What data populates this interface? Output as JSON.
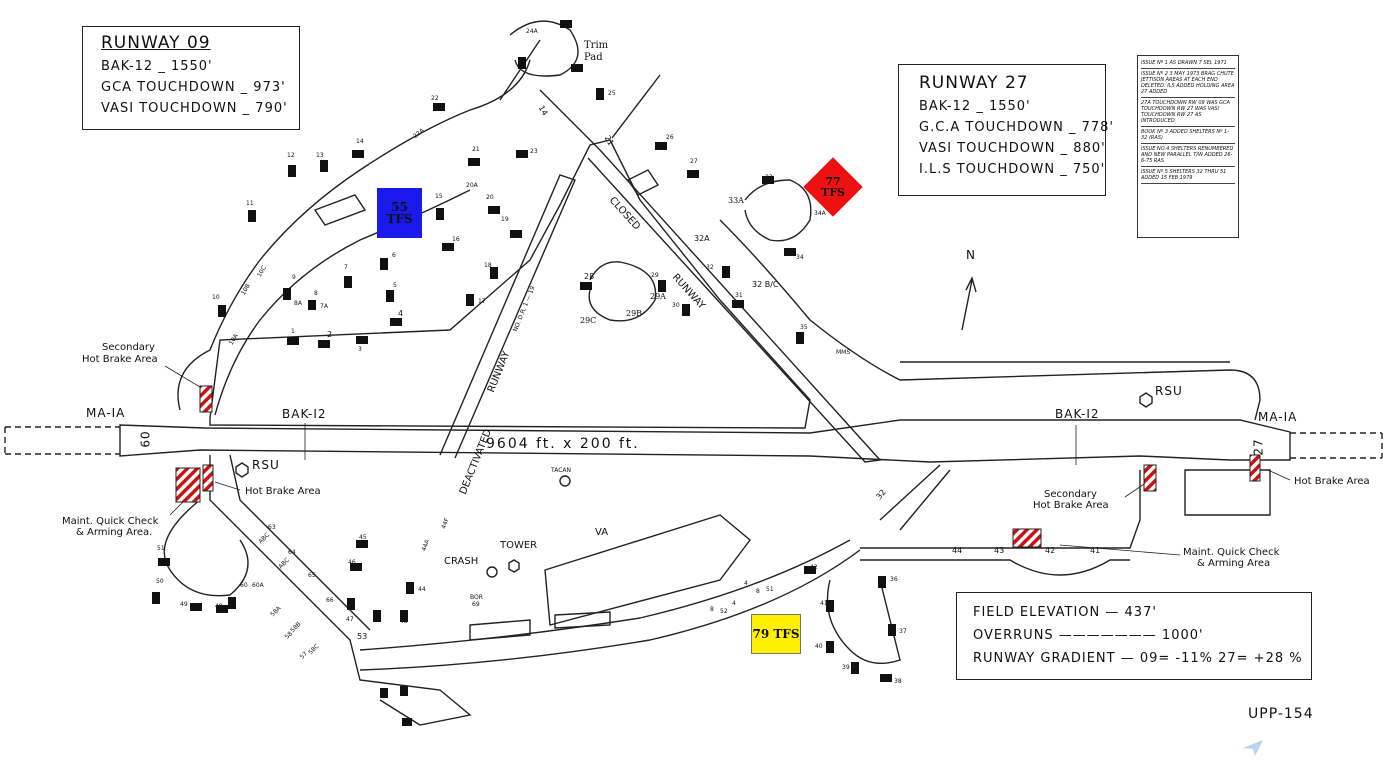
{
  "runway09": {
    "title": "RUNWAY  09",
    "lines": [
      "BAK-12 _ 1550'",
      "GCA  TOUCHDOWN _ 973'",
      "VASI  TOUCHDOWN _ 790'"
    ]
  },
  "runway27": {
    "title": "RUNWAY  27",
    "lines": [
      "BAK-12 _ 1550'",
      "G.C.A  TOUCHDOWN _ 778'",
      "VASI  TOUCHDOWN _ 880'",
      "I.L.S  TOUCHDOWN _ 750'"
    ]
  },
  "field": {
    "lines": [
      "FIELD ELEVATION  —  437'",
      "OVERRUNS  ———————  1000'",
      "RUNWAY GRADIENT  —  09= -11%   27= +28 %"
    ]
  },
  "issues": [
    "ISSUE Nº 1  AS DRAWN 7 SEL 1971",
    "ISSUE Nº 2  3 MAY 1973 BRAG CHUTE JETTISON AREAS AT EACH END DELETED. ILS ADDED HOLDING AREA 27 ADDED",
    "27A TOUCHDOWN RW 09 WAS GCA TOUCHDOWN RW 27 WAS VASI TOUCHDOWN RW 27 AS INTRODUCED",
    "BOOK Nº 3 ADDED SHELTERS Nº 1-32 (RAS)",
    "ISSUE NO.4 SHELTERS RENUMBERED AND NEW PARALLEL T/W ADDED 26-6-75 RAS",
    "ISSUE Nº 5 SHELTERS 32 THRU 51 ADDED 15 FEB 1979"
  ],
  "squadrons": {
    "s55": "55 TFS",
    "s77": "77 TFS",
    "s79": "79 TFS"
  },
  "colors": {
    "s55": "#1a1aee",
    "s77": "#ee1111",
    "s79": "#ffef00",
    "hatch": "#cc1111"
  },
  "labels": {
    "ma_left": "MA-IA",
    "ma_right": "MA-IA",
    "bak_left": "BAK-I2",
    "bak_right": "BAK-I2",
    "dims": "9604 ft.  x  200 ft.",
    "rw60": "60",
    "rw27": "27",
    "rsu_left": "RSU",
    "rsu_right": "RSU",
    "tacan": "TACAN",
    "tower": "TOWER",
    "crash": "CRASH",
    "va": "VA",
    "bor": "BOR",
    "bor69": "69",
    "mms": "MMS",
    "trim": "Trim",
    "pad": "Pad",
    "closed": "CLOSED",
    "runway_closed": "RUNWAY",
    "deactivated": "DEACTIVATED",
    "runway_deact": "RUNWAY",
    "ndr": "NO. D.R. 1 — 19",
    "sec_left_1": "Secondary",
    "sec_left_2": "Hot Brake Area",
    "hot_left": "Hot Brake Area",
    "maint_left_1": "Maint. Quick Check",
    "maint_left_2": "& Arming Area.",
    "sec_right_1": "Secondary",
    "sec_right_2": "Hot Brake Area",
    "hot_right": "Hot Brake Area",
    "maint_right_1": "Maint. Quick Check",
    "maint_right_2": "& Arming Area",
    "north": "N",
    "tw14": "14",
    "tw21": "21",
    "tw32": "32",
    "tw44a": "44A",
    "tw44f": "44F",
    "upp": "UPP-154"
  },
  "shelters": [
    {
      "id": "1",
      "t": "1"
    },
    {
      "id": "2",
      "t": "2"
    },
    {
      "id": "3",
      "t": "3"
    },
    {
      "id": "4",
      "t": "4"
    },
    {
      "id": "5",
      "t": "5"
    },
    {
      "id": "6",
      "t": "6"
    },
    {
      "id": "7",
      "t": "7"
    },
    {
      "id": "7a",
      "t": "7A"
    },
    {
      "id": "8",
      "t": "8"
    },
    {
      "id": "8a",
      "t": "8A"
    },
    {
      "id": "9",
      "t": "9"
    },
    {
      "id": "10",
      "t": "10"
    },
    {
      "id": "10a",
      "t": "10A"
    },
    {
      "id": "10b",
      "t": "10B"
    },
    {
      "id": "10c",
      "t": "10C"
    },
    {
      "id": "11",
      "t": "11"
    },
    {
      "id": "12",
      "t": "12"
    },
    {
      "id": "13",
      "t": "13"
    },
    {
      "id": "14",
      "t": "14"
    },
    {
      "id": "15",
      "t": "15"
    },
    {
      "id": "16",
      "t": "16"
    },
    {
      "id": "17",
      "t": "17"
    },
    {
      "id": "18",
      "t": "18"
    },
    {
      "id": "19",
      "t": "19"
    },
    {
      "id": "20",
      "t": "20"
    },
    {
      "id": "20a",
      "t": "20A"
    },
    {
      "id": "21",
      "t": "21"
    },
    {
      "id": "22",
      "t": "22"
    },
    {
      "id": "22a",
      "t": "22A"
    },
    {
      "id": "23",
      "t": "23"
    },
    {
      "id": "24",
      "t": "24"
    },
    {
      "id": "24a",
      "t": "24A"
    },
    {
      "id": "25",
      "t": "25"
    },
    {
      "id": "26",
      "t": "26"
    },
    {
      "id": "27",
      "t": "27"
    },
    {
      "id": "28",
      "t": "28"
    },
    {
      "id": "29",
      "t": "29"
    },
    {
      "id": "29a",
      "t": "29A"
    },
    {
      "id": "29b",
      "t": "29B"
    },
    {
      "id": "29c",
      "t": "29C"
    },
    {
      "id": "30",
      "t": "30"
    },
    {
      "id": "31",
      "t": "31"
    },
    {
      "id": "32",
      "t": "32"
    },
    {
      "id": "32a",
      "t": "32A"
    },
    {
      "id": "32bc",
      "t": "32 B/C"
    },
    {
      "id": "33",
      "t": "33"
    },
    {
      "id": "33a",
      "t": "33A"
    },
    {
      "id": "34",
      "t": "34"
    },
    {
      "id": "34a",
      "t": "34A"
    },
    {
      "id": "35",
      "t": "35"
    },
    {
      "id": "36",
      "t": "36"
    },
    {
      "id": "37",
      "t": "37"
    },
    {
      "id": "38",
      "t": "38"
    },
    {
      "id": "39",
      "t": "39"
    },
    {
      "id": "40",
      "t": "40"
    },
    {
      "id": "41",
      "t": "41"
    },
    {
      "id": "41b",
      "t": "41"
    },
    {
      "id": "42",
      "t": "42"
    },
    {
      "id": "42b",
      "t": "42"
    },
    {
      "id": "43",
      "t": "43"
    },
    {
      "id": "43b",
      "t": "43"
    },
    {
      "id": "44",
      "t": "44"
    },
    {
      "id": "44b",
      "t": "44"
    },
    {
      "id": "45",
      "t": "45"
    },
    {
      "id": "46",
      "t": "46"
    },
    {
      "id": "47",
      "t": "47"
    },
    {
      "id": "48",
      "t": "48"
    },
    {
      "id": "49",
      "t": "49"
    },
    {
      "id": "50",
      "t": "50"
    },
    {
      "id": "51",
      "t": "51"
    },
    {
      "id": "51b",
      "t": "51"
    },
    {
      "id": "52",
      "t": "52"
    },
    {
      "id": "53",
      "t": "53"
    },
    {
      "id": "57",
      "t": "57"
    },
    {
      "id": "58",
      "t": "58"
    },
    {
      "id": "58a",
      "t": "58A"
    },
    {
      "id": "58b",
      "t": "58B"
    },
    {
      "id": "58c",
      "t": "58C"
    },
    {
      "id": "60",
      "t": "60"
    },
    {
      "id": "60a",
      "t": "60A"
    },
    {
      "id": "63",
      "t": "63"
    },
    {
      "id": "63abc",
      "t": "ABC"
    },
    {
      "id": "64",
      "t": "64"
    },
    {
      "id": "64abc",
      "t": "ABC"
    },
    {
      "id": "65",
      "t": "65"
    },
    {
      "id": "66",
      "t": "66"
    },
    {
      "id": "n4a",
      "t": "4"
    },
    {
      "id": "n4b",
      "t": "4"
    },
    {
      "id": "n8a",
      "t": "8"
    },
    {
      "id": "n8b",
      "t": "8"
    }
  ]
}
